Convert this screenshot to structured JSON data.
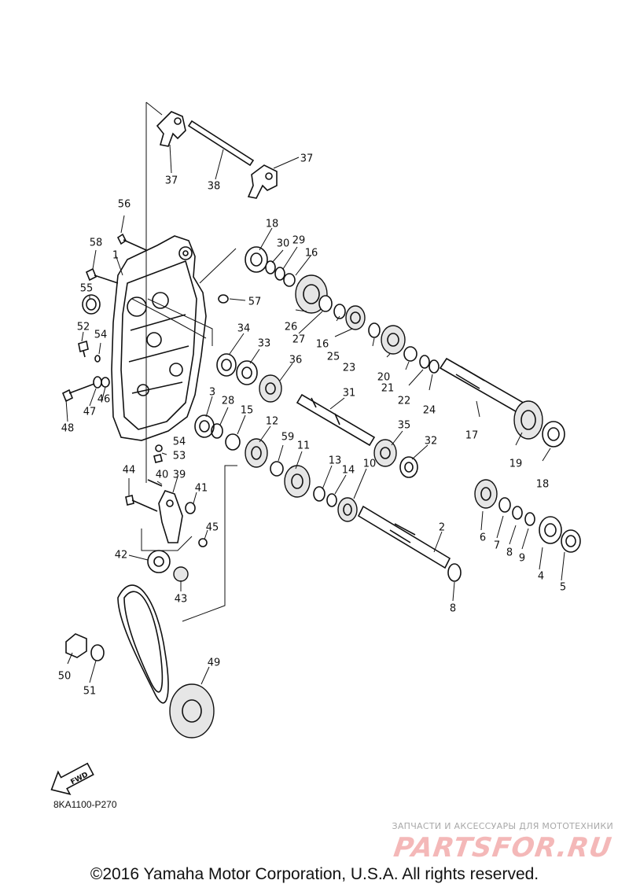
{
  "diagram": {
    "callouts": [
      {
        "id": "c1",
        "label": "1"
      },
      {
        "id": "c2",
        "label": "2"
      },
      {
        "id": "c3",
        "label": "3"
      },
      {
        "id": "c4",
        "label": "4"
      },
      {
        "id": "c5",
        "label": "5"
      },
      {
        "id": "c6",
        "label": "6"
      },
      {
        "id": "c7",
        "label": "7"
      },
      {
        "id": "c8a",
        "label": "8"
      },
      {
        "id": "c8b",
        "label": "8"
      },
      {
        "id": "c9",
        "label": "9"
      },
      {
        "id": "c10",
        "label": "10"
      },
      {
        "id": "c11",
        "label": "11"
      },
      {
        "id": "c12",
        "label": "12"
      },
      {
        "id": "c13",
        "label": "13"
      },
      {
        "id": "c14",
        "label": "14"
      },
      {
        "id": "c15",
        "label": "15"
      },
      {
        "id": "c16a",
        "label": "16"
      },
      {
        "id": "c16b",
        "label": "16"
      },
      {
        "id": "c17",
        "label": "17"
      },
      {
        "id": "c18a",
        "label": "18"
      },
      {
        "id": "c18b",
        "label": "18"
      },
      {
        "id": "c19",
        "label": "19"
      },
      {
        "id": "c20",
        "label": "20"
      },
      {
        "id": "c21",
        "label": "21"
      },
      {
        "id": "c22",
        "label": "22"
      },
      {
        "id": "c23",
        "label": "23"
      },
      {
        "id": "c24",
        "label": "24"
      },
      {
        "id": "c25",
        "label": "25"
      },
      {
        "id": "c26",
        "label": "26"
      },
      {
        "id": "c27",
        "label": "27"
      },
      {
        "id": "c28",
        "label": "28"
      },
      {
        "id": "c29",
        "label": "29"
      },
      {
        "id": "c30",
        "label": "30"
      },
      {
        "id": "c31",
        "label": "31"
      },
      {
        "id": "c32",
        "label": "32"
      },
      {
        "id": "c33",
        "label": "33"
      },
      {
        "id": "c34",
        "label": "34"
      },
      {
        "id": "c35",
        "label": "35"
      },
      {
        "id": "c36",
        "label": "36"
      },
      {
        "id": "c37a",
        "label": "37"
      },
      {
        "id": "c37b",
        "label": "37"
      },
      {
        "id": "c38",
        "label": "38"
      },
      {
        "id": "c39",
        "label": "39"
      },
      {
        "id": "c40",
        "label": "40"
      },
      {
        "id": "c41",
        "label": "41"
      },
      {
        "id": "c42",
        "label": "42"
      },
      {
        "id": "c43",
        "label": "43"
      },
      {
        "id": "c44",
        "label": "44"
      },
      {
        "id": "c45",
        "label": "45"
      },
      {
        "id": "c46",
        "label": "46"
      },
      {
        "id": "c47",
        "label": "47"
      },
      {
        "id": "c48",
        "label": "48"
      },
      {
        "id": "c49",
        "label": "49"
      },
      {
        "id": "c50",
        "label": "50"
      },
      {
        "id": "c51",
        "label": "51"
      },
      {
        "id": "c52",
        "label": "52"
      },
      {
        "id": "c53",
        "label": "53"
      },
      {
        "id": "c54a",
        "label": "54"
      },
      {
        "id": "c54b",
        "label": "54"
      },
      {
        "id": "c55",
        "label": "55"
      },
      {
        "id": "c56",
        "label": "56"
      },
      {
        "id": "c57",
        "label": "57"
      },
      {
        "id": "c58",
        "label": "58"
      },
      {
        "id": "c59",
        "label": "59"
      }
    ],
    "fwd_label": "FWD",
    "drawing_code": "8KA1100-P270"
  },
  "watermark": {
    "caption": "ЗАПЧАСТИ И АКСЕССУАРЫ ДЛЯ МОТОТЕХНИКИ",
    "logo_text": "PARTSFOR.RU"
  },
  "footer": {
    "copyright": "©2016 Yamaha Motor Corporation, U.S.A. All rights reserved."
  }
}
